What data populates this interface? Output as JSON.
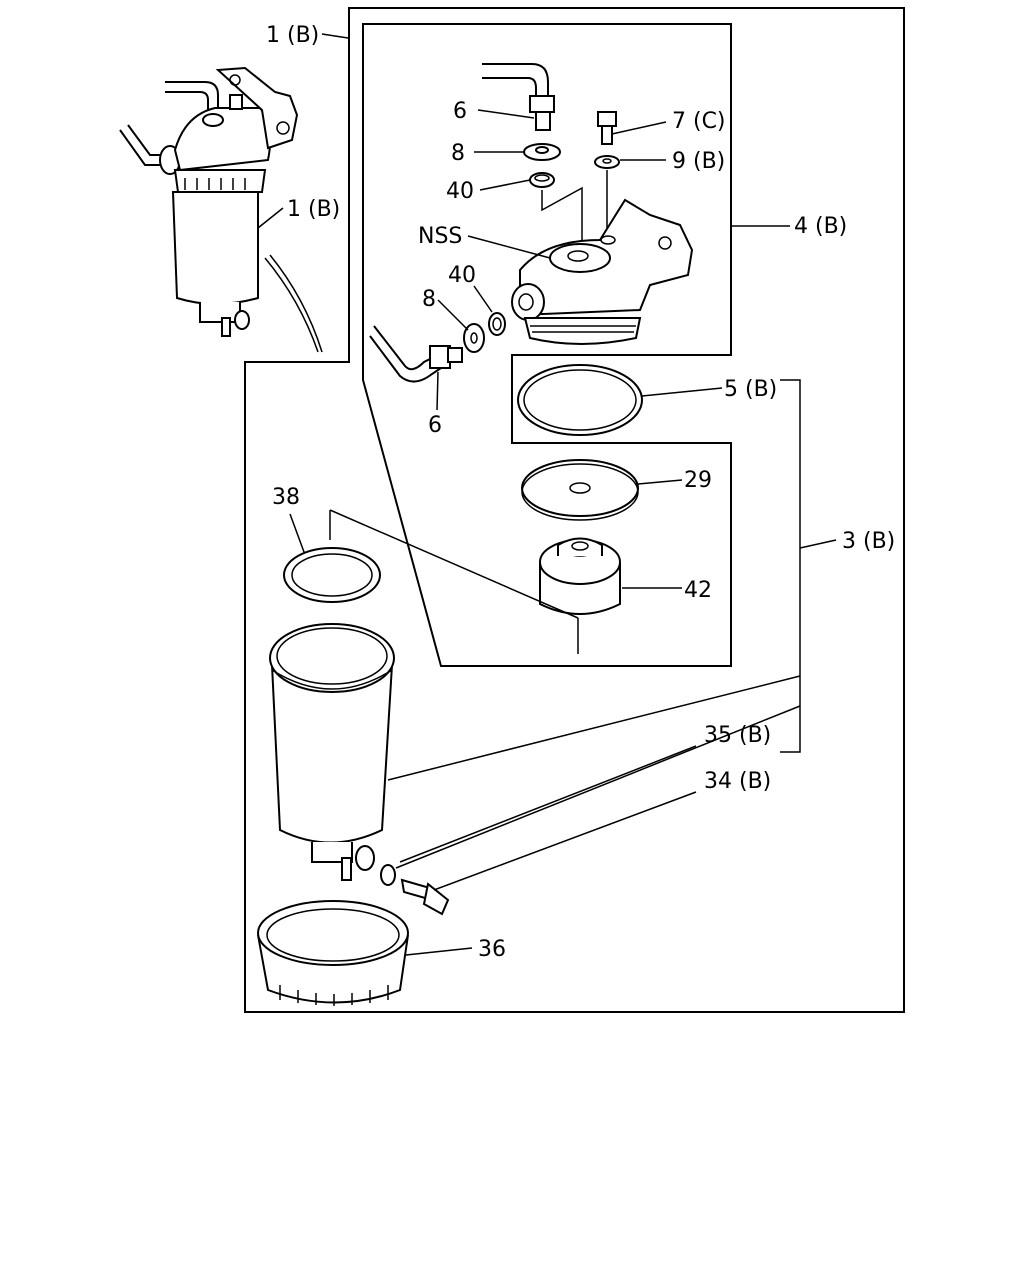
{
  "labels": {
    "p1_top": "1 (B)",
    "p1_side": "1 (B)",
    "p6_top": "6",
    "p8_top": "8",
    "p40_top": "40",
    "p7": "7 (C)",
    "p9": "9 (B)",
    "nss": "NSS",
    "p4": "4 (B)",
    "p40_side": "40",
    "p8_side": "8",
    "p6_side": "6",
    "p5": "5 (B)",
    "p29": "29",
    "p3": "3 (B)",
    "p38": "38",
    "p42": "42",
    "p35": "35 (B)",
    "p34": "34 (B)",
    "p36": "36"
  }
}
